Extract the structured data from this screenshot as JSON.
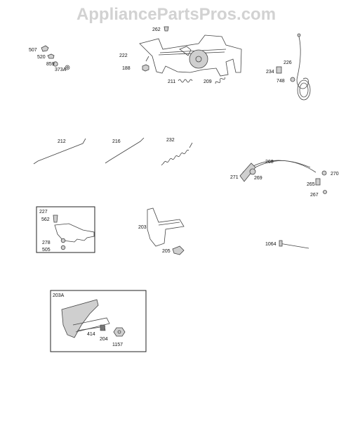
{
  "watermark": "AppliancePartsPros.com",
  "callouts": {
    "p262": "262",
    "p507": "507",
    "p520": "520",
    "p859": "859",
    "p373A": "373A",
    "p222": "222",
    "p188": "188",
    "p211": "211",
    "p209": "209",
    "p226": "226",
    "p234": "234",
    "p748": "748",
    "p212": "212",
    "p216": "216",
    "p232": "232",
    "p268": "268",
    "p271": "271",
    "p269": "269",
    "p270": "270",
    "p265": "265",
    "p267": "267",
    "p227": "227",
    "p562": "562",
    "p278": "278",
    "p505": "505",
    "p203": "203",
    "p205": "205",
    "p1064": "1064",
    "p203A": "203A",
    "p414": "414",
    "p204": "204",
    "p1157": "1157"
  }
}
